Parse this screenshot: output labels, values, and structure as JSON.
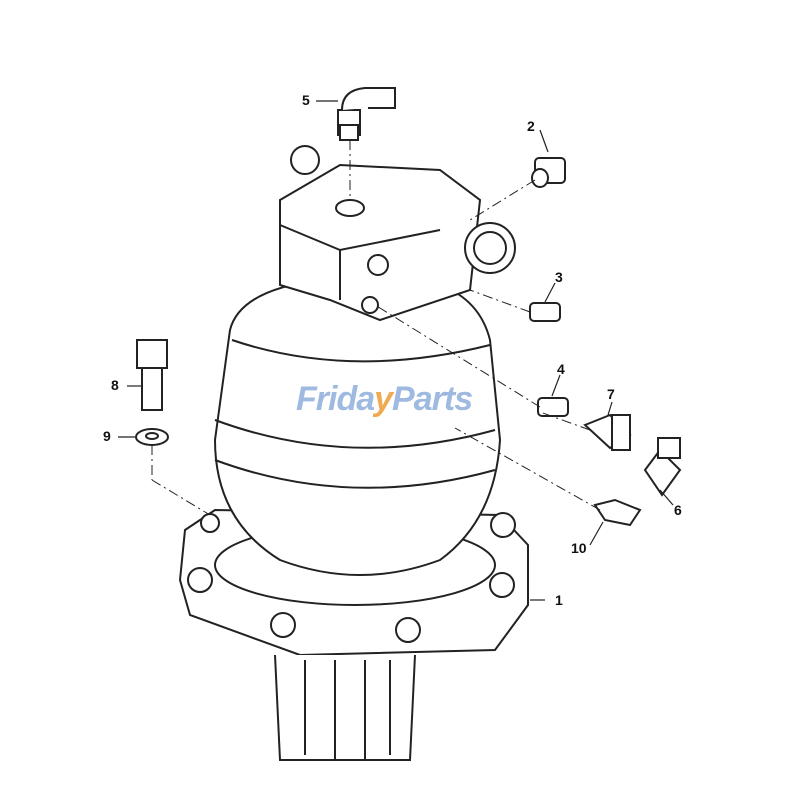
{
  "diagram": {
    "callouts": [
      {
        "id": "1",
        "label": "1"
      },
      {
        "id": "2",
        "label": "2"
      },
      {
        "id": "3",
        "label": "3"
      },
      {
        "id": "4",
        "label": "4"
      },
      {
        "id": "5",
        "label": "5"
      },
      {
        "id": "6",
        "label": "6"
      },
      {
        "id": "7",
        "label": "7"
      },
      {
        "id": "8",
        "label": "8"
      },
      {
        "id": "9",
        "label": "9"
      },
      {
        "id": "10",
        "label": "10"
      }
    ]
  },
  "watermark": {
    "part1": "Frida",
    "part2": "y",
    "part3": "Parts",
    "blue": "#5082c8",
    "orange": "#eb9628"
  }
}
